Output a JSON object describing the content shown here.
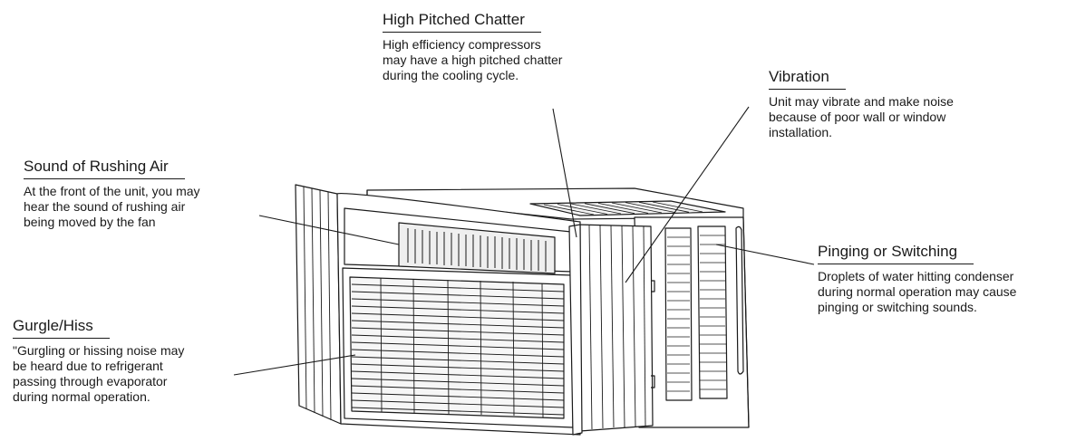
{
  "callouts": {
    "high_pitched_chatter": {
      "title": "High Pitched Chatter",
      "text": "High efficiency compressors\nmay have a high pitched chatter\nduring the cooling cycle."
    },
    "vibration": {
      "title": "Vibration",
      "text": "Unit may vibrate and make noise\nbecause of poor wall or window\ninstallation."
    },
    "sound_of_rushing_air": {
      "title": "Sound of Rushing Air",
      "text": "At the front of the unit, you may\nhear the sound of rushing air\nbeing moved by the fan"
    },
    "pinging_or_switching": {
      "title": "Pinging or Switching",
      "text": "Droplets of water hitting condenser\nduring normal operation may cause\npinging or switching  sounds."
    },
    "gurgle_hiss": {
      "title": "Gurgle/Hiss",
      "text": "\"Gurgling or hissing  noise may\nbe heard due to refrigerant\npassing through evaporator\nduring normal operation."
    }
  },
  "colors": {
    "ink": "#1a1a1a",
    "paper": "#ffffff",
    "shade": "#d9d9d9"
  },
  "illustration": "window-air-conditioner"
}
